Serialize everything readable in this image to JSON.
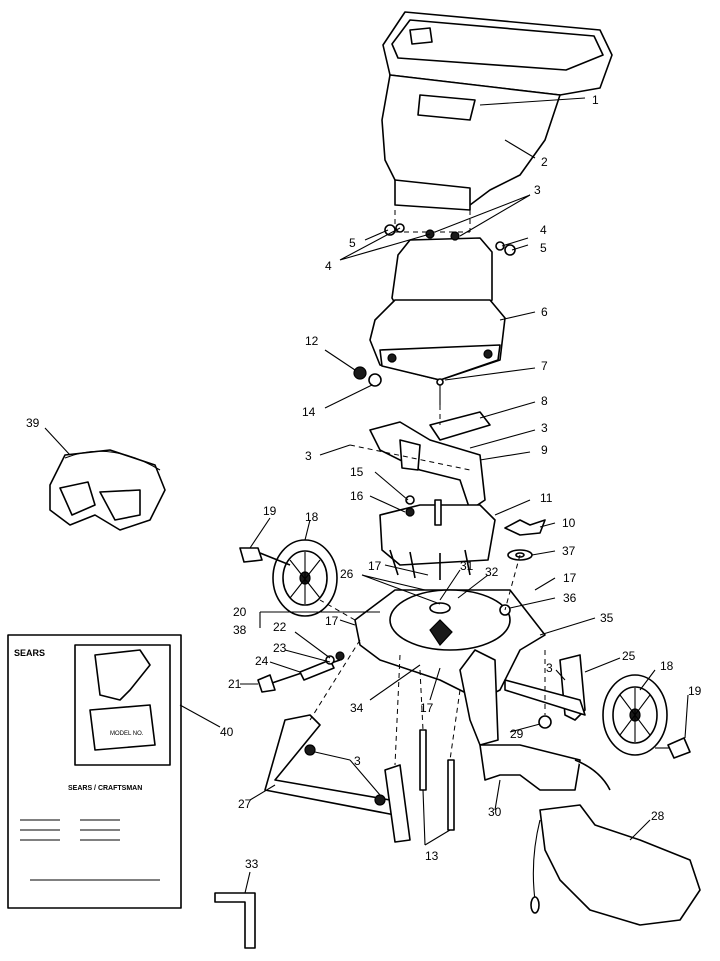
{
  "diagram": {
    "callouts": [
      {
        "id": "c1",
        "text": "1"
      },
      {
        "id": "c2",
        "text": "2"
      },
      {
        "id": "c3a",
        "text": "3"
      },
      {
        "id": "c4a",
        "text": "4"
      },
      {
        "id": "c5a",
        "text": "5"
      },
      {
        "id": "c5b",
        "text": "5"
      },
      {
        "id": "c4b",
        "text": "4"
      },
      {
        "id": "c6",
        "text": "6"
      },
      {
        "id": "c12",
        "text": "12"
      },
      {
        "id": "c7",
        "text": "7"
      },
      {
        "id": "c14",
        "text": "14"
      },
      {
        "id": "c8",
        "text": "8"
      },
      {
        "id": "c3b",
        "text": "3"
      },
      {
        "id": "c3c",
        "text": "3"
      },
      {
        "id": "c9",
        "text": "9"
      },
      {
        "id": "c15",
        "text": "15"
      },
      {
        "id": "c16",
        "text": "16"
      },
      {
        "id": "c11",
        "text": "11"
      },
      {
        "id": "c10",
        "text": "10"
      },
      {
        "id": "c37",
        "text": "37"
      },
      {
        "id": "c39",
        "text": "39"
      },
      {
        "id": "c19a",
        "text": "19"
      },
      {
        "id": "c18a",
        "text": "18"
      },
      {
        "id": "c17a",
        "text": "17"
      },
      {
        "id": "c26",
        "text": "26"
      },
      {
        "id": "c31",
        "text": "31"
      },
      {
        "id": "c32",
        "text": "32"
      },
      {
        "id": "c17b",
        "text": "17"
      },
      {
        "id": "c36",
        "text": "36"
      },
      {
        "id": "c20",
        "text": "20"
      },
      {
        "id": "c38",
        "text": "38"
      },
      {
        "id": "c17c",
        "text": "17"
      },
      {
        "id": "c35",
        "text": "35"
      },
      {
        "id": "c22",
        "text": "22"
      },
      {
        "id": "c23",
        "text": "23"
      },
      {
        "id": "c24",
        "text": "24"
      },
      {
        "id": "c3d",
        "text": "3"
      },
      {
        "id": "c25",
        "text": "25"
      },
      {
        "id": "c18b",
        "text": "18"
      },
      {
        "id": "c21",
        "text": "21"
      },
      {
        "id": "c19b",
        "text": "19"
      },
      {
        "id": "c34",
        "text": "34"
      },
      {
        "id": "c17d",
        "text": "17"
      },
      {
        "id": "c40",
        "text": "40"
      },
      {
        "id": "c29",
        "text": "29"
      },
      {
        "id": "c3e",
        "text": "3"
      },
      {
        "id": "c28",
        "text": "28"
      },
      {
        "id": "c27",
        "text": "27"
      },
      {
        "id": "c30",
        "text": "30"
      },
      {
        "id": "c13",
        "text": "13"
      },
      {
        "id": "c33",
        "text": "33"
      }
    ],
    "manual": {
      "brand": "SEARS",
      "model_label": "MODEL NO.",
      "cover_title": "SEARS / CRAFTSMAN"
    }
  }
}
